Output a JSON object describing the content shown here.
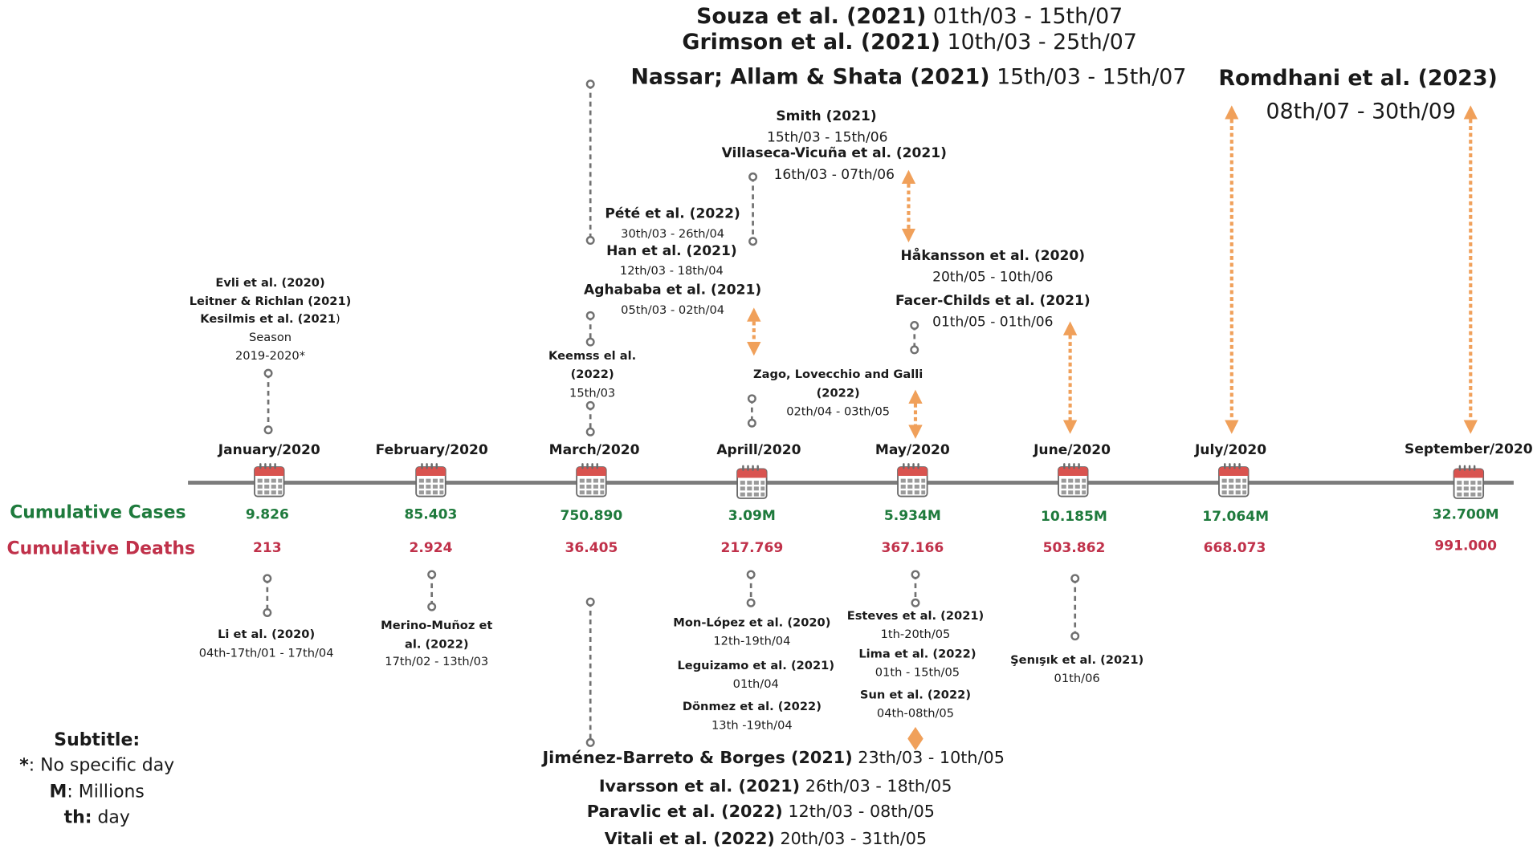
{
  "colors": {
    "axis": "#7c7c7c",
    "connector": "#707070",
    "arrow": "#f0a05a",
    "cases": "#1e7a3c",
    "deaths": "#c0314a",
    "calendar_top": "#d9534f"
  },
  "row_labels": {
    "cases": "Cumulative Cases",
    "deaths": "Cumulative  Deaths"
  },
  "months": [
    {
      "label": "January/2020",
      "cases": "9.826",
      "deaths": "213"
    },
    {
      "label": "February/2020",
      "cases": "85.403",
      "deaths": "2.924"
    },
    {
      "label": "March/2020",
      "cases": "750.890",
      "deaths": "36.405"
    },
    {
      "label": "Aprill/2020",
      "cases": "3.09M",
      "deaths": "217.769"
    },
    {
      "label": "May/2020",
      "cases": "5.934M",
      "deaths": "367.166"
    },
    {
      "label": "June/2020",
      "cases": "10.185M",
      "deaths": "503.862"
    },
    {
      "label": "July/2020",
      "cases": "17.064M",
      "deaths": "668.073"
    },
    {
      "label": "September/2020",
      "cases": "32.700M",
      "deaths": "991.000"
    }
  ],
  "studies_top": {
    "souza": {
      "name": "Souza et al. (2021)",
      "dates": " 01th/03 - 15th/07"
    },
    "grimson": {
      "name": "Grimson et al. (2021)",
      "dates": " 10th/03 - 25th/07"
    },
    "nassar": {
      "name": "Nassar; Allam & Shata (2021)",
      "dates": " 15th/03 - 15th/07"
    },
    "romdhani": {
      "name": "Romdhani  et al. (2023)",
      "dates": "08th/07 - 30th/09"
    },
    "smith": {
      "name": "Smith (2021)",
      "dates": "15th/03 - 15th/06"
    },
    "villaseca": {
      "name": "Villaseca-Vicuña et al. (2021)",
      "dates": "16th/03 - 07th/06"
    },
    "pete": {
      "name": "Pété et al. (2022)",
      "dates": "30th/03 - 26th/04"
    },
    "han": {
      "name": "Han et al. (2021)",
      "dates": "12th/03 - 18th/04"
    },
    "aghababa": {
      "name": "Aghababa et al. (2021)",
      "dates": "05th/03 - 02th/04"
    },
    "hakansson": {
      "name": "Håkansson et al. (2020)",
      "dates": "20th/05 - 10th/06"
    },
    "facer": {
      "name": "Facer-Childs et al. (2021)",
      "dates": "01th/05 - 01th/06"
    },
    "keemss": {
      "name1": "Keemss el al.",
      "name2": "(2022)",
      "dates": "15th/03"
    },
    "zago": {
      "name1": "Zago, Lovecchio and Galli",
      "name2": "(2022)",
      "dates": "02th/04 - 03th/05"
    },
    "evli": {
      "line1": "Evli et al. (2020)",
      "line2": "Leitner & Richlan (2021)",
      "line3": "Kesilmis et al. (2021",
      "line3b": ")",
      "season": "Season",
      "season_years": "2019-2020*"
    }
  },
  "studies_bottom": {
    "li": {
      "name": "Li et al. (2020)",
      "dates": "04th-17th/01 - 17th/04"
    },
    "merino": {
      "name1": "Merino-Muñoz et",
      "name2": "al. (2022)",
      "dates": "17th/02 - 13th/03"
    },
    "mon": {
      "name": "Mon-López et al. (2020)",
      "dates": "12th-19th/04"
    },
    "leguizamo": {
      "name": "Leguizamo et al. (2021)",
      "dates": "01th/04"
    },
    "donmez": {
      "name": "Dönmez et al. (2022)",
      "dates": "13th -19th/04"
    },
    "esteves": {
      "name": "Esteves et al. (2021)",
      "dates": "1th-20th/05"
    },
    "lima": {
      "name": "Lima et al. (2022)",
      "dates": "01th - 15th/05"
    },
    "sun": {
      "name": "Sun et al. (2022)",
      "dates": "04th-08th/05"
    },
    "senisik": {
      "name": "Şenışık et al. (2021)",
      "dates": "01th/06"
    },
    "jimenez": {
      "name": "Jiménez-Barreto & Borges (2021)",
      "dates": " 23th/03 - 10th/05"
    },
    "ivarsson": {
      "name": "Ivarsson et al. (2021)",
      "dates": " 26th/03 - 18th/05"
    },
    "paravlic": {
      "name": "Paravlic et al. (2022)",
      "dates": " 12th/03 - 08th/05"
    },
    "vitali": {
      "name": "Vitali et al. (2022)",
      "dates": " 20th/03 - 31th/05"
    }
  },
  "legend": {
    "title": "Subtitle:",
    "star_symbol": "*",
    "star_text": ": No specific day",
    "m_symbol": "M",
    "m_text": ": Millions",
    "th_symbol": "th:",
    "th_text": " day"
  }
}
